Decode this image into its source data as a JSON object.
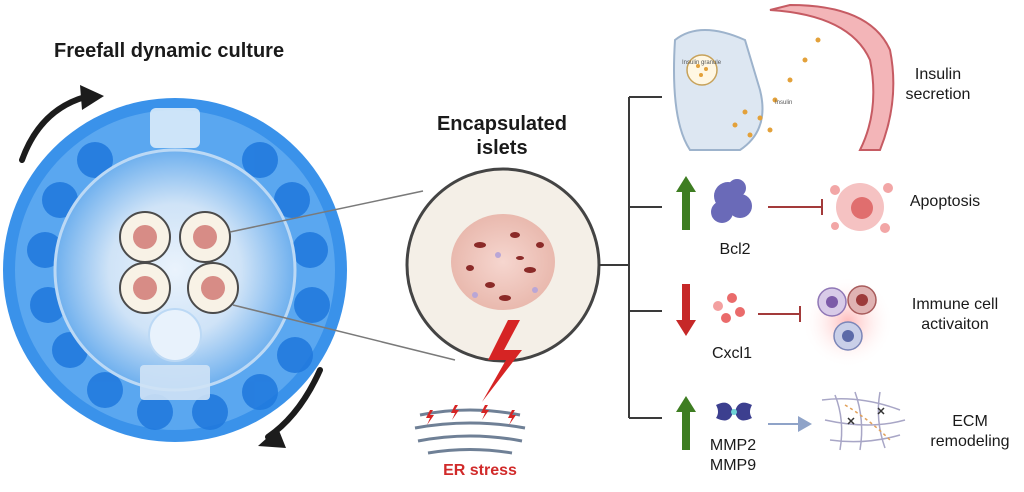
{
  "device": {
    "title": "Freefall dynamic culture"
  },
  "islets": {
    "line1": "Encapsulated",
    "line2": "islets"
  },
  "stress": {
    "label": "ER stress"
  },
  "outcomes": {
    "insulin": {
      "line1": "Insulin",
      "line2": "secretion",
      "granule_label": "Insulin granule",
      "insulin_tag": "Insulin"
    },
    "bcl2": {
      "gene": "Bcl2",
      "effect": "Apoptosis",
      "direction": "up"
    },
    "cxcl1": {
      "gene": "Cxcl1",
      "line1": "Immune cell",
      "line2": "activaiton",
      "direction": "down"
    },
    "mmp": {
      "gene1": "MMP2",
      "gene2": "MMP9",
      "line1": "ECM",
      "line2": "remodeling",
      "direction": "up"
    }
  },
  "colors": {
    "up_arrow": "#3e7d22",
    "down_arrow": "#c62828",
    "inhibit_line": "#a33a3a",
    "promote_line": "#8fa3c8",
    "lightning": "#d62424",
    "device_blue": "#2f8ee8",
    "stress_text": "#d12a2a"
  },
  "icons": [
    "rotation-arrow-icon",
    "lightning-icon",
    "inhibit-arrow-icon",
    "up-arrow-icon",
    "down-arrow-icon"
  ]
}
